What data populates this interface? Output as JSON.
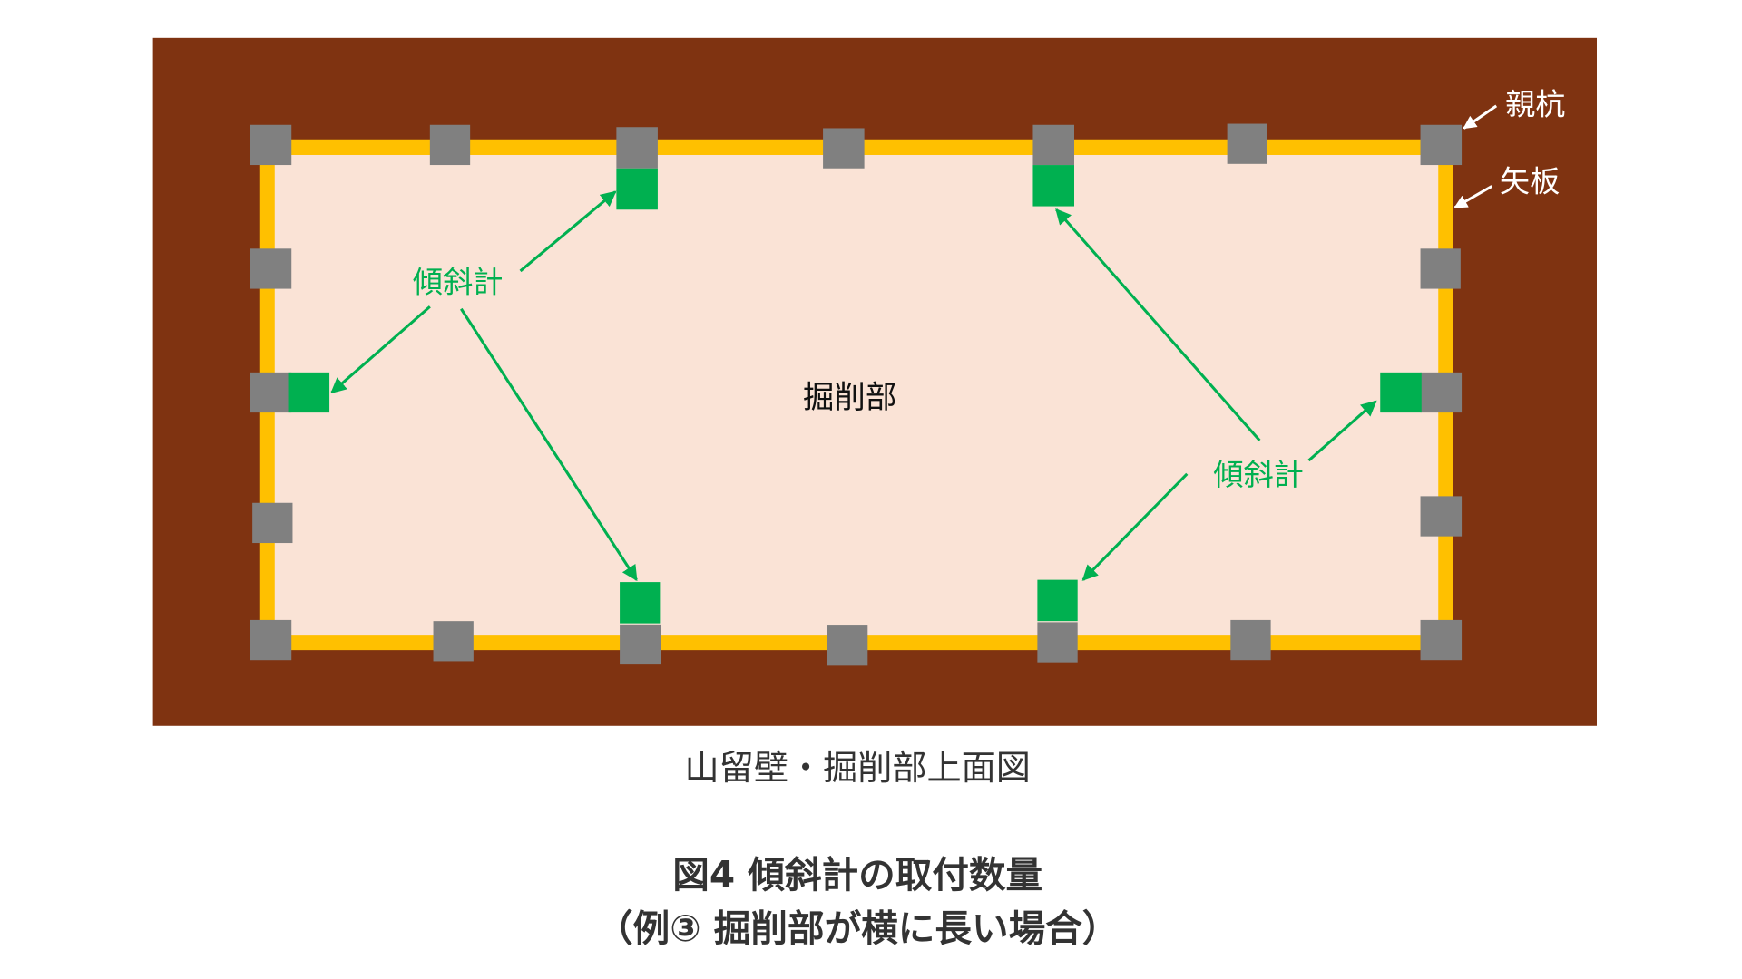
{
  "diagram": {
    "labels": {
      "pile": "親杭",
      "sheet": "矢板",
      "excavation": "掘削部",
      "inclinometer_left": "傾斜計",
      "inclinometer_right": "傾斜計"
    },
    "caption": "山留壁・掘削部上面図",
    "title_line1": "図4 傾斜計の取付数量",
    "title_line2": "（例③ 掘削部が横に長い場合）",
    "colors": {
      "ground": "#7f3311",
      "sheet_wall": "#ffc000",
      "excavation": "#fae3d6",
      "pile": "#808080",
      "inclinometer": "#00b050"
    }
  }
}
